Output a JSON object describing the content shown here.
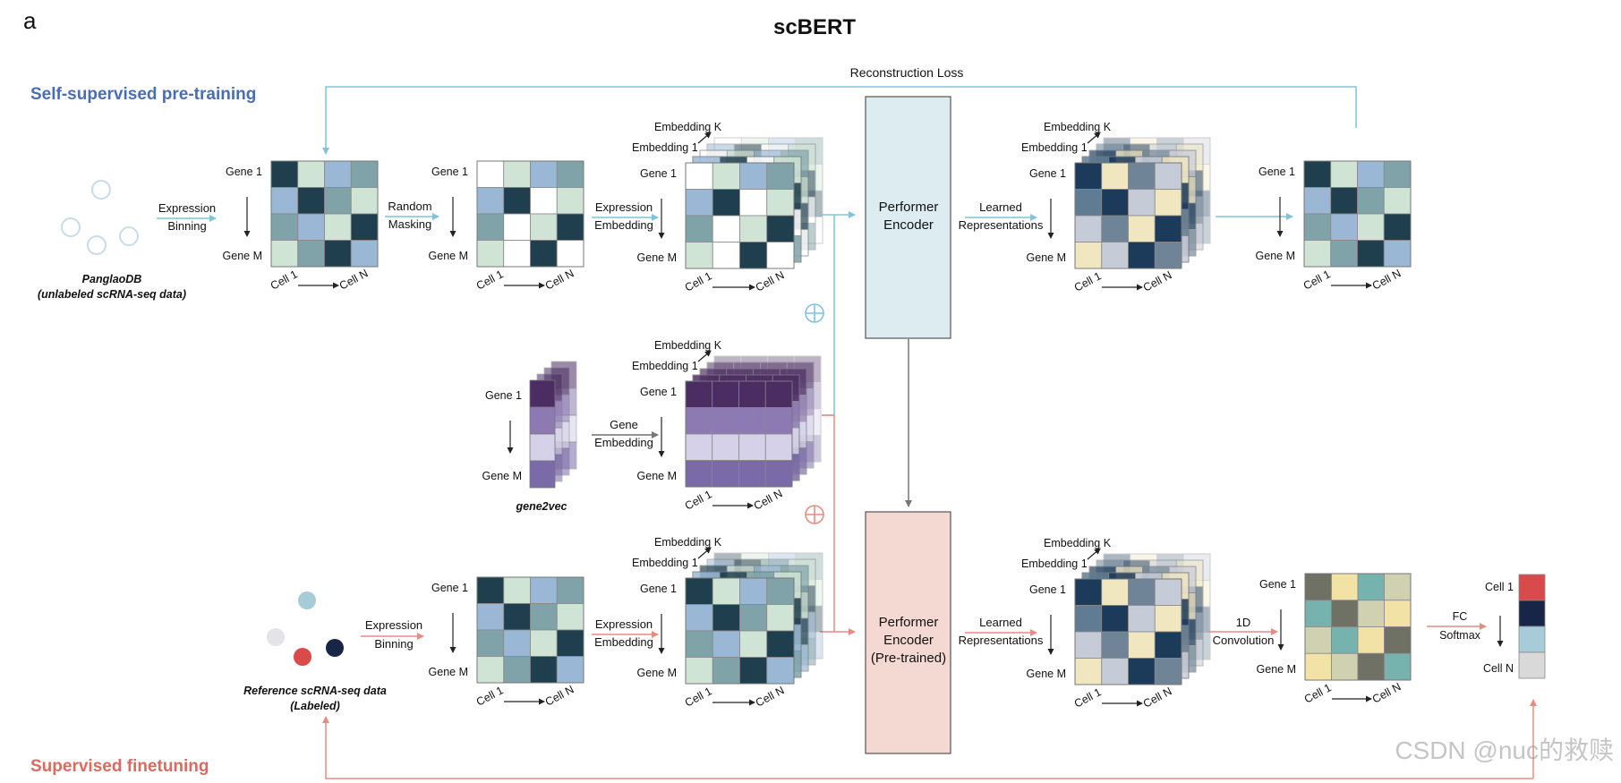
{
  "figure": {
    "panel_label": "a",
    "title": "scBERT",
    "loss_label": "Reconstruction Loss",
    "watermark": "CSDN @nuc的救赎"
  },
  "sections": {
    "pretrain": "Self-supervised pre-training",
    "finetune": "Supervised finetuning"
  },
  "colors": {
    "pretrain_accent": "#4a6eb4",
    "finetune_accent": "#d96b5f",
    "blue_arrow": "#7fc3dc",
    "red_arrow": "#e88c80",
    "encoder_fill": "#dcecf1",
    "pretrained_fill": "#f4d8d2",
    "gray_arrow": "#777777",
    "expr_palette": [
      "#1f3f4e",
      "#7fa3a8",
      "#9ab8d6",
      "#cfe4d4"
    ],
    "pretrain_matrix": [
      [
        "#1f3f4e",
        "#cfe4d4",
        "#9ab8d6",
        "#7fa3a8"
      ],
      [
        "#9ab8d6",
        "#1f3f4e",
        "#7fa3a8",
        "#cfe4d4"
      ],
      [
        "#7fa3a8",
        "#9ab8d6",
        "#cfe4d4",
        "#1f3f4e"
      ],
      [
        "#cfe4d4",
        "#7fa3a8",
        "#1f3f4e",
        "#9ab8d6"
      ]
    ],
    "masked_matrix": [
      [
        "#ffffff",
        "#cfe4d4",
        "#9ab8d6",
        "#7fa3a8"
      ],
      [
        "#9ab8d6",
        "#1f3f4e",
        "#ffffff",
        "#cfe4d4"
      ],
      [
        "#7fa3a8",
        "#ffffff",
        "#cfe4d4",
        "#1f3f4e"
      ],
      [
        "#cfe4d4",
        "#ffffff",
        "#1f3f4e",
        "#ffffff"
      ]
    ],
    "repr_matrix": [
      [
        "#1c3a5a",
        "#f0e6c0",
        "#6f8597",
        "#c6cbd8"
      ],
      [
        "#5f7c92",
        "#1c3a5a",
        "#c6cbd8",
        "#f0e6c0"
      ],
      [
        "#c6cbd8",
        "#6f8597",
        "#f0e6c0",
        "#1c3a5a"
      ],
      [
        "#f0e6c0",
        "#c6cbd8",
        "#1c3a5a",
        "#6f8597"
      ]
    ],
    "gene_emb_matrix": [
      "#4b2c63",
      "#8e7ab3",
      "#d4d1e8",
      "#7a6aa8"
    ],
    "conv_matrix": [
      [
        "#6e7163",
        "#f3e2a6",
        "#76b2ae",
        "#cfd1b0"
      ],
      [
        "#76b2ae",
        "#6e7163",
        "#cfd1b0",
        "#f3e2a6"
      ],
      [
        "#cfd1b0",
        "#76b2ae",
        "#f3e2a6",
        "#6e7163"
      ],
      [
        "#f3e2a6",
        "#cfd1b0",
        "#6e7163",
        "#76b2ae"
      ]
    ],
    "output_column": [
      "#d94a4a",
      "#172646",
      "#a6ccd7",
      "#d9d9d9"
    ]
  },
  "pretrain": {
    "source_label": "PanglaoDB",
    "source_sub": "(unlabeled scRNA-seq data)",
    "step1": [
      "Expression",
      "Binning"
    ],
    "step2": [
      "Random",
      "Masking"
    ],
    "step3": [
      "Expression",
      "Embedding"
    ],
    "step5": [
      "Learned",
      "Representations"
    ]
  },
  "gene": {
    "source_label": "gene2vec",
    "step": [
      "Gene",
      "Embedding"
    ]
  },
  "encoder": {
    "pretrain": [
      "Performer",
      "Encoder"
    ],
    "finetune": [
      "Performer",
      "Encoder",
      "(Pre-trained)"
    ]
  },
  "finetune": {
    "source_label": "Reference scRNA-seq data",
    "source_sub": "(Labeled)",
    "step1": [
      "Expression",
      "Binning"
    ],
    "step3": [
      "Expression",
      "Embedding"
    ],
    "step5": [
      "Learned",
      "Representations"
    ],
    "step6": [
      "1D",
      "Convolution"
    ],
    "step7": [
      "FC",
      "Softmax"
    ]
  },
  "axes": {
    "gene_first": "Gene 1",
    "gene_last": "Gene M",
    "cell_first": "Cell 1",
    "cell_last": "Cell N",
    "emb_k": "Embedding K",
    "emb_1": "Embedding 1"
  }
}
